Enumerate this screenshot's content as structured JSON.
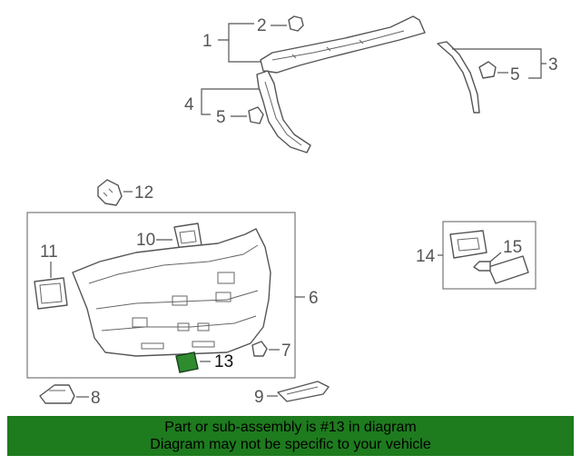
{
  "callouts": {
    "c1": "1",
    "c2": "2",
    "c3": "3",
    "c4": "4",
    "c5a": "5",
    "c5b": "5",
    "c6": "6",
    "c7": "7",
    "c8": "8",
    "c9": "9",
    "c10": "10",
    "c11": "11",
    "c12": "12",
    "c13": "13",
    "c14": "14",
    "c15": "15"
  },
  "highlighted_part": "13",
  "colors": {
    "highlight": "#2e8b2e",
    "banner": "#1e7b1e",
    "line_art": "#555555"
  },
  "banner": {
    "line1": "Part or sub-assembly is #13 in diagram",
    "line2": "Diagram may not be specific to your vehicle"
  }
}
